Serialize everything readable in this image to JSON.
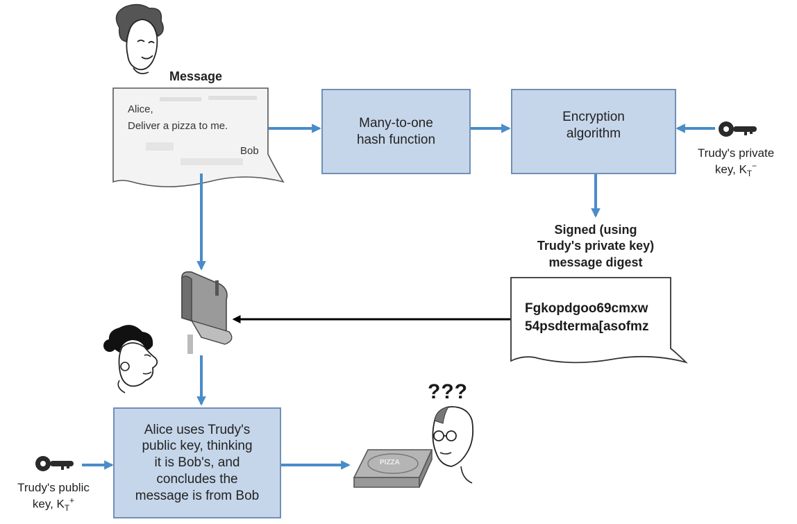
{
  "message_heading": "Message",
  "message_note": {
    "greeting": "Alice,",
    "body": "Deliver a pizza to me.",
    "signature": "Bob"
  },
  "hash_box": {
    "line1": "Many-to-one",
    "line2": "hash function"
  },
  "encrypt_box": {
    "line1": "Encryption",
    "line2": "algorithm"
  },
  "private_key_label": {
    "line1": "Trudy's private",
    "line2": "key, K",
    "subscript": "T",
    "superscript": "−"
  },
  "signed_digest_label": {
    "line1": "Signed (using",
    "line2": "Trudy's private key)",
    "line3": "message digest"
  },
  "digest": {
    "line1": "Fgkopdgoo69cmxw",
    "line2": "54psdterma[asofmz"
  },
  "alice_box": {
    "line1": "Alice uses Trudy's",
    "line2": "public key, thinking",
    "line3": "it is Bob's, and",
    "line4": "concludes the",
    "line5": "message is from Bob"
  },
  "public_key_label": {
    "line1": "Trudy's public",
    "line2": "key, K",
    "subscript": "T",
    "superscript": "+"
  },
  "pizza_label": "PIZZA",
  "confusion_marks": "???",
  "colors": {
    "box_fill": "#c6d6ea",
    "box_border": "#6f8fb8",
    "arrow": "#4a8cc8",
    "black_arrow": "#000000"
  },
  "icons": [
    "trudy-face-icon",
    "alice-face-icon",
    "bob-face-icon",
    "mailbox-icon",
    "key-icon",
    "pizza-box-icon"
  ]
}
